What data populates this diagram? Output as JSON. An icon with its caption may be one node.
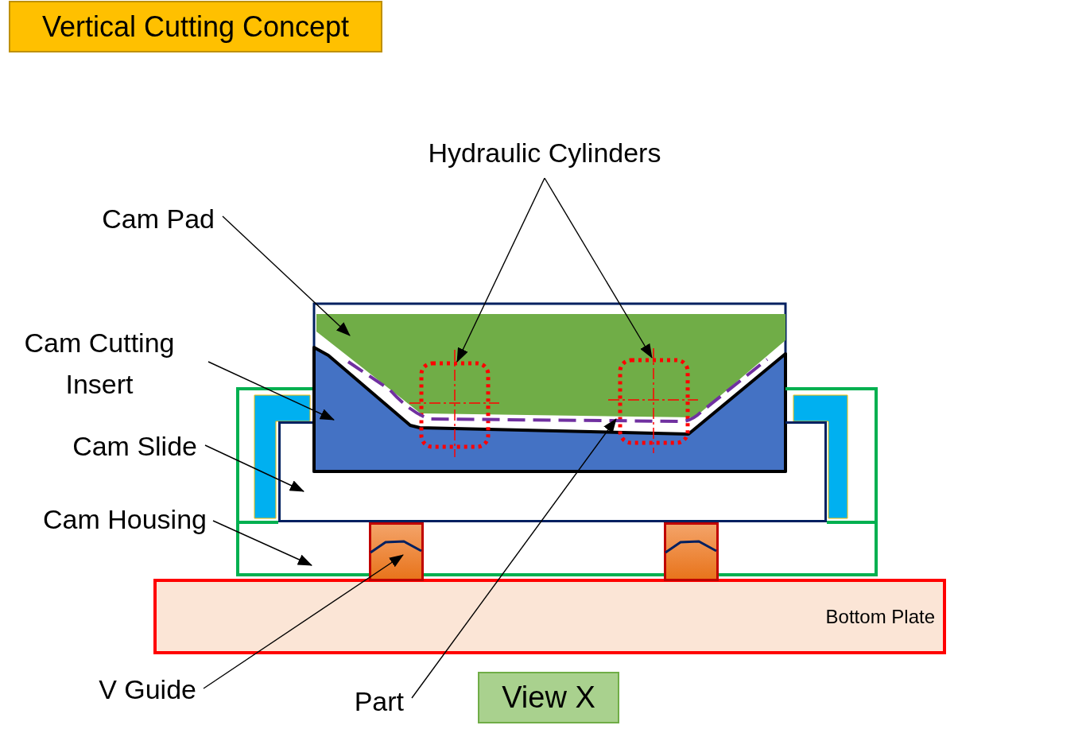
{
  "diagram": {
    "title": "Vertical Cutting Concept",
    "nodes": [
      {
        "text": [
          "Hydraulic Cylinders"
        ]
      },
      {
        "text": [
          "Cam Pad"
        ]
      },
      {
        "text": [
          "Cam Cutting Insert"
        ]
      },
      {
        "text": [
          "Cam Slide"
        ]
      },
      {
        "text": [
          "Cam Housing"
        ]
      },
      {
        "text": [
          "V Guide"
        ]
      },
      {
        "text": [
          "Part"
        ]
      },
      {
        "text": [
          "Bottom Plate"
        ]
      },
      {
        "text": [
          "View X"
        ]
      },
      {
        "text": [],
        "shape": "box"
      },
      {
        "text": [],
        "shape": "box"
      },
      {
        "text": [],
        "shape": "box"
      },
      {
        "text": [],
        "shape": "box"
      },
      {
        "text": [],
        "shape": "box",
        "in": 14
      },
      {
        "text": [],
        "shape": "box"
      },
      {
        "text": [],
        "shape": "box"
      },
      {
        "text": [],
        "shape": "box"
      },
      {
        "text": [],
        "shape": "box"
      }
    ],
    "edges": [
      {
        "from": 1,
        "to": 9,
        "arrow": "to"
      },
      {
        "from": 0,
        "to": 11,
        "arrow": "to"
      },
      {
        "from": 0,
        "to": 12,
        "arrow": "to"
      },
      {
        "from": 2,
        "to": 10,
        "arrow": "to"
      },
      {
        "from": 3,
        "to": 13,
        "arrow": "to"
      },
      {
        "from": 4,
        "to": 14,
        "arrow": "to"
      },
      {
        "from": 5,
        "to": 15,
        "arrow": "to"
      },
      {
        "from": 6,
        "to": 17,
        "arrow": "to"
      }
    ]
  }
}
